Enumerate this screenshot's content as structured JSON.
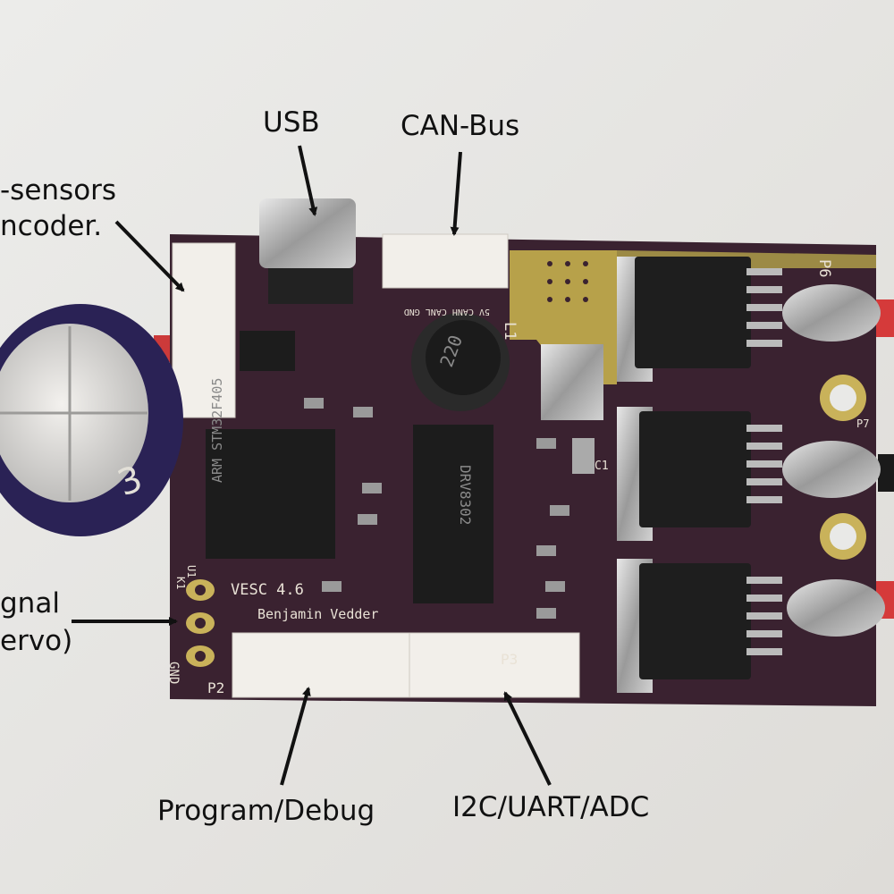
{
  "labels": {
    "usb": "USB",
    "can_bus": "CAN-Bus",
    "sensors_line1": "-sensors",
    "sensors_line2": "ncoder.",
    "signal_line1": "gnal",
    "signal_line2": "ervo)",
    "program_debug": "Program/Debug",
    "i2c_uart_adc": "I2C/UART/ADC"
  },
  "board": {
    "title": "VESC 4.6",
    "author": "Benjamin Vedder",
    "ref_p2": "P2",
    "ref_p3": "P3",
    "ref_p6": "P6",
    "ref_p7": "P7",
    "ref_gnd": "GND",
    "ref_l1": "L1",
    "ref_c1": "C1",
    "ref_u1": "U1",
    "ref_k1": "K1",
    "can_pins": "5V CANH CANL GND",
    "inductor_marking": "220",
    "mcu_marking": "ARM STM32F405",
    "driver_marking": "DRV8302",
    "capacitor_marking": "3"
  },
  "colors": {
    "background": "#e9e9e7",
    "pcb": "#3a2230",
    "connector": "#f2efea",
    "chip": "#1c1c1c",
    "capacitor_sleeve": "#2a2255"
  }
}
